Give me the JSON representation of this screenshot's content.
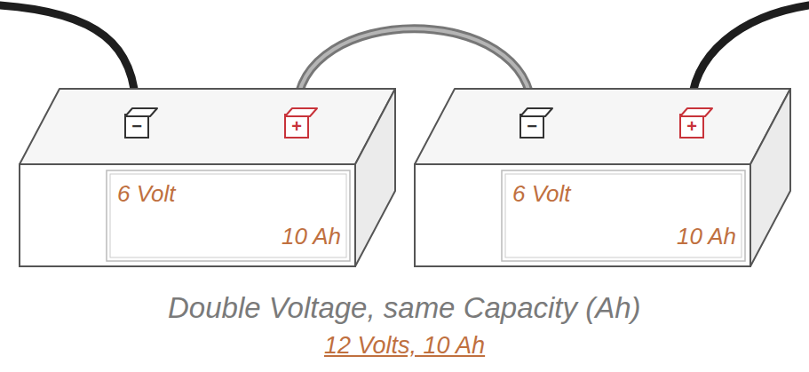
{
  "diagram": {
    "nodes": [
      {
        "text": [
          "6 Volt",
          "10 Ah"
        ]
      },
      {
        "text": [
          "−"
        ],
        "in": 0
      },
      {
        "text": [
          "+"
        ],
        "in": 0
      },
      {
        "text": [
          "6 Volt",
          "10 Ah"
        ]
      },
      {
        "text": [
          "−"
        ],
        "in": 3
      },
      {
        "text": [
          "+"
        ],
        "in": 3
      }
    ],
    "edges": [
      {
        "from": 2,
        "to": 4,
        "arrow": "none"
      }
    ],
    "labels": [
      "Double Voltage, same Capacity (Ah)",
      "12 Volts, 10 Ah"
    ]
  }
}
